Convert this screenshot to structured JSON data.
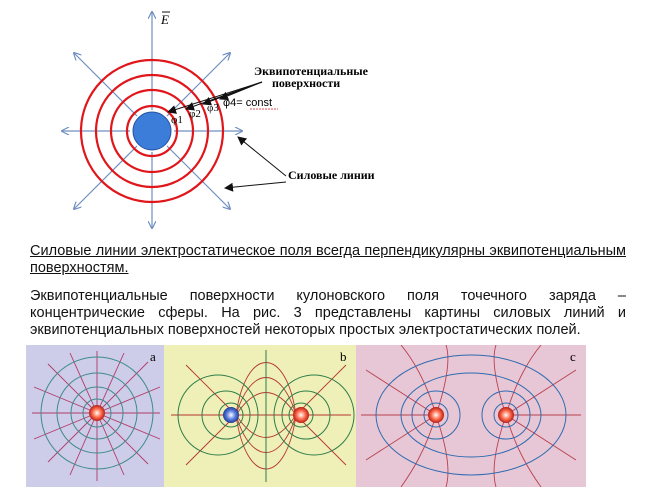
{
  "diagram": {
    "axis_label": "E",
    "equipotential_label_line1": "Эквипотенциальные",
    "equipotential_label_line2": "поверхности",
    "phi1": "φ1",
    "phi2": "φ2",
    "phi3": "φ3",
    "phi4": "φ4= const",
    "field_lines_label": "Силовые линии",
    "colors": {
      "rings": "#e0161b",
      "charge": "#3b7dd8",
      "field_lines": "#6f8fc0"
    }
  },
  "text": {
    "paragraph1": "Силовые линии электростатическое поля всегда перпендикулярны эквипотенциальным поверхностям.",
    "paragraph2": "Эквипотенциальные поверхности кулоновского поля точечного заряда – концентрические сферы. На рис. 3 представлены картины силовых линий и эквипотенциальных поверхностей некоторых простых электростатических полей."
  },
  "figure": {
    "panel_a_label": "a",
    "panel_b_label": "b",
    "panel_c_label": "c"
  }
}
